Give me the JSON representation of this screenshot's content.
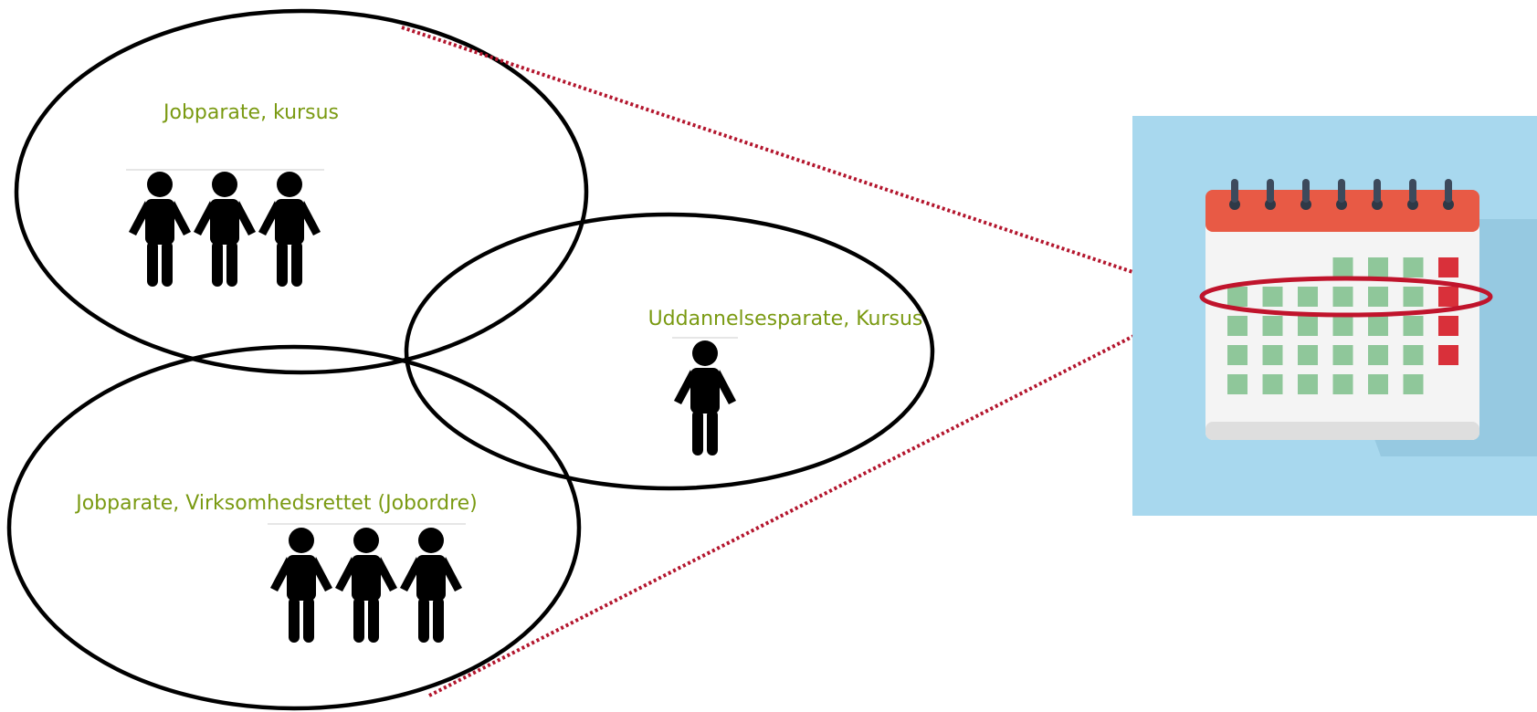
{
  "groups": [
    {
      "label": "Jobparate, kursus",
      "people": 3
    },
    {
      "label": "Uddannelsesparate, Kursus",
      "people": 1
    },
    {
      "label": "Jobparate, Virksomhedsrettet (Jobordre)",
      "people": 3
    }
  ],
  "calendar": {
    "panel_color": "#a8d8ee",
    "header_color": "#e85a45",
    "available_day_color": "#8fc79a",
    "blocked_day_color": "#d9303a",
    "highlight_color": "#c0142c",
    "weeks": [
      [
        "",
        "",
        "",
        "available",
        "available",
        "available",
        "blocked"
      ],
      [
        "available",
        "available",
        "available",
        "available",
        "available",
        "available",
        "blocked"
      ],
      [
        "available",
        "available",
        "available",
        "available",
        "available",
        "available",
        "blocked"
      ],
      [
        "available",
        "available",
        "available",
        "available",
        "available",
        "available",
        "blocked"
      ],
      [
        "available",
        "available",
        "available",
        "available",
        "available",
        "available",
        ""
      ]
    ],
    "highlighted_week": 2
  }
}
